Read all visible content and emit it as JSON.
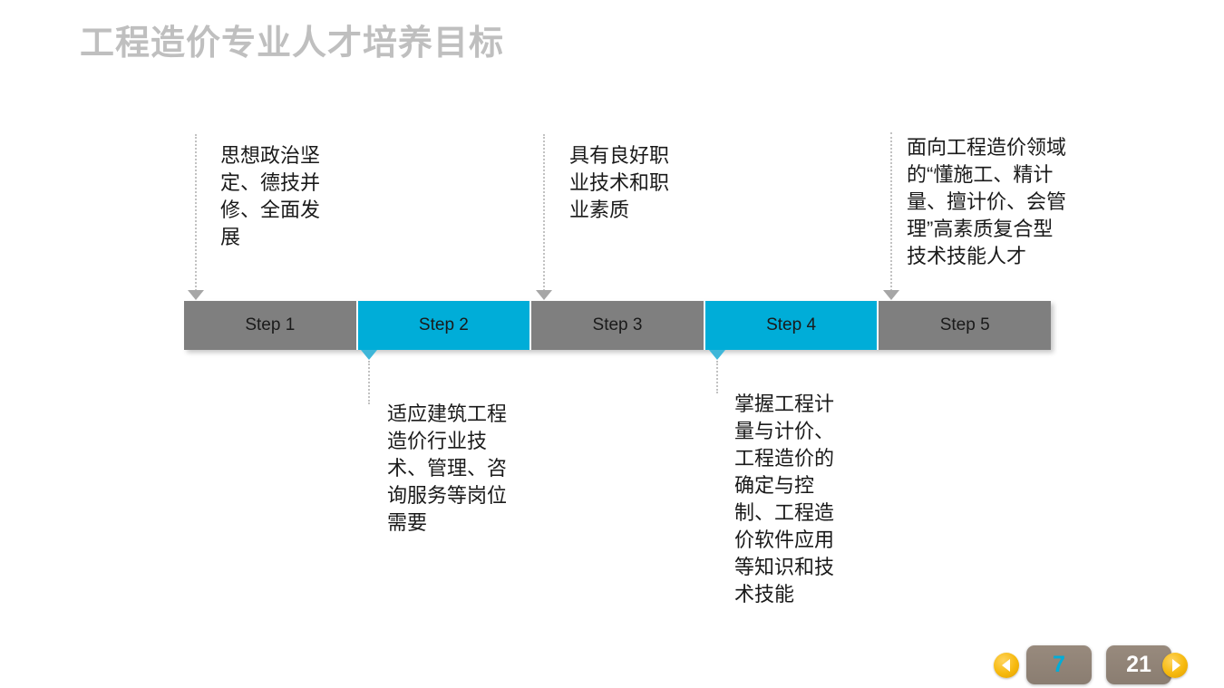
{
  "slide": {
    "title": "工程造价专业人才培养目标",
    "title_color": "#BFBFBF",
    "background": "#FFFFFF"
  },
  "colors": {
    "gray_block": "#7F7F7F",
    "cyan_block": "#00ADD8",
    "connector_line": "#C2C2C2",
    "pager_orange": "#F6B90D",
    "pager_box": "#8A7D71"
  },
  "steps": [
    {
      "label": "Step 1",
      "style": "gray",
      "callout_position": "top"
    },
    {
      "label": "Step 2",
      "style": "cyan",
      "callout_position": "bottom"
    },
    {
      "label": "Step 3",
      "style": "gray",
      "callout_position": "top"
    },
    {
      "label": "Step 4",
      "style": "cyan",
      "callout_position": "bottom"
    },
    {
      "label": "Step 5",
      "style": "gray",
      "callout_position": "top"
    }
  ],
  "callouts": {
    "step1": "思想政治坚定、德技并修、全面发展",
    "step2": "适应建筑工程造价行业技术、管理、咨询服务等岗位需要",
    "step3": "具有良好职业技术和职业素质",
    "step4": "掌握工程计量与计价、工程造价的确定与控制、工程造价软件应用等知识和技术技能",
    "step5": "面向工程造价领域的“懂施工、精计量、擅计价、会管理”高素质复合型技术技能人才"
  },
  "pager": {
    "prev_icon": "chevron-left-icon",
    "next_icon": "chevron-right-icon",
    "current_page": "7",
    "total_pages": "21"
  }
}
